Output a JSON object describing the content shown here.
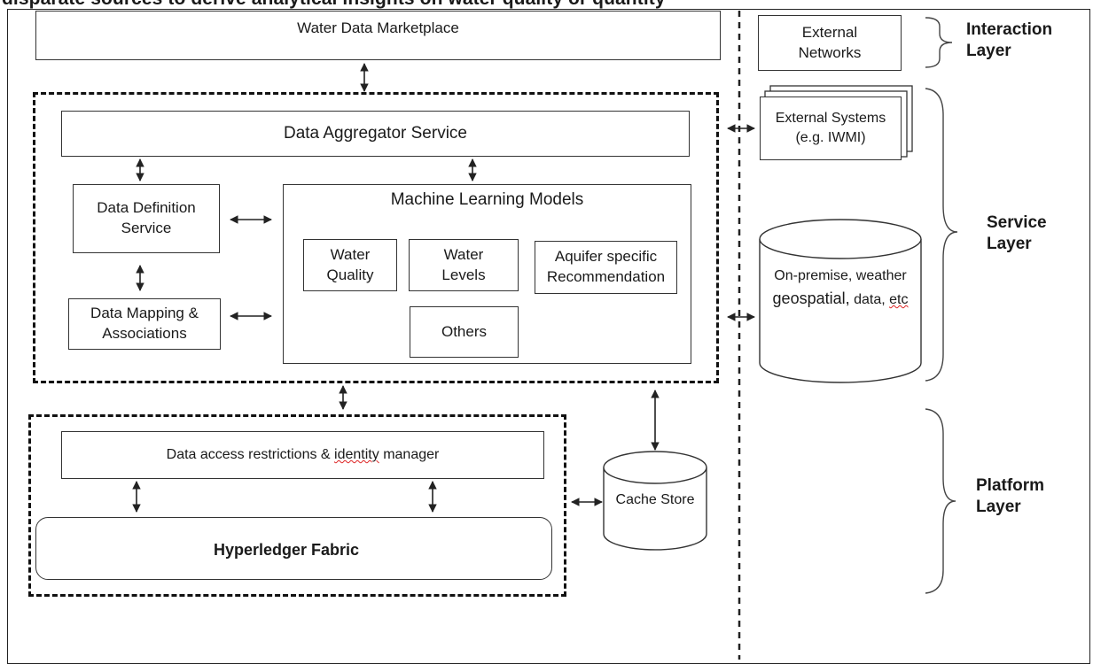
{
  "caption": "disparate sources to derive analytical insights on water quality or quantity",
  "marketplace": "Water Data Marketplace",
  "external_networks": [
    "External",
    "Networks"
  ],
  "external_systems": [
    "External Systems",
    "(e.g. IWMI)"
  ],
  "aggregator": "Data Aggregator Service",
  "data_definition": [
    "Data Definition",
    "Service"
  ],
  "data_mapping": [
    "Data Mapping &",
    "Associations"
  ],
  "ml": {
    "title": "Machine Learning Models",
    "water_quality": [
      "Water",
      "Quality"
    ],
    "water_levels": [
      "Water",
      "Levels"
    ],
    "aquifer": [
      "Aquifer specific",
      "Recommendation"
    ],
    "others": "Others"
  },
  "onprem": {
    "line1": "On-premise, weather",
    "line2": "geospatial,",
    "line3_a": "data, ",
    "line3_b": "etc"
  },
  "access": {
    "prefix": "Data access restrictions & ",
    "word": "identity",
    "suffix": " manager"
  },
  "fabric": "Hyperledger Fabric",
  "cache": [
    "Cache",
    "Store"
  ],
  "layers": {
    "interaction": [
      "Interaction",
      "Layer"
    ],
    "service": [
      "Service",
      "Layer"
    ],
    "platform": [
      "Platform",
      "Layer"
    ]
  },
  "colors": {
    "line": "#222222",
    "squiggle": "#dd2222"
  }
}
